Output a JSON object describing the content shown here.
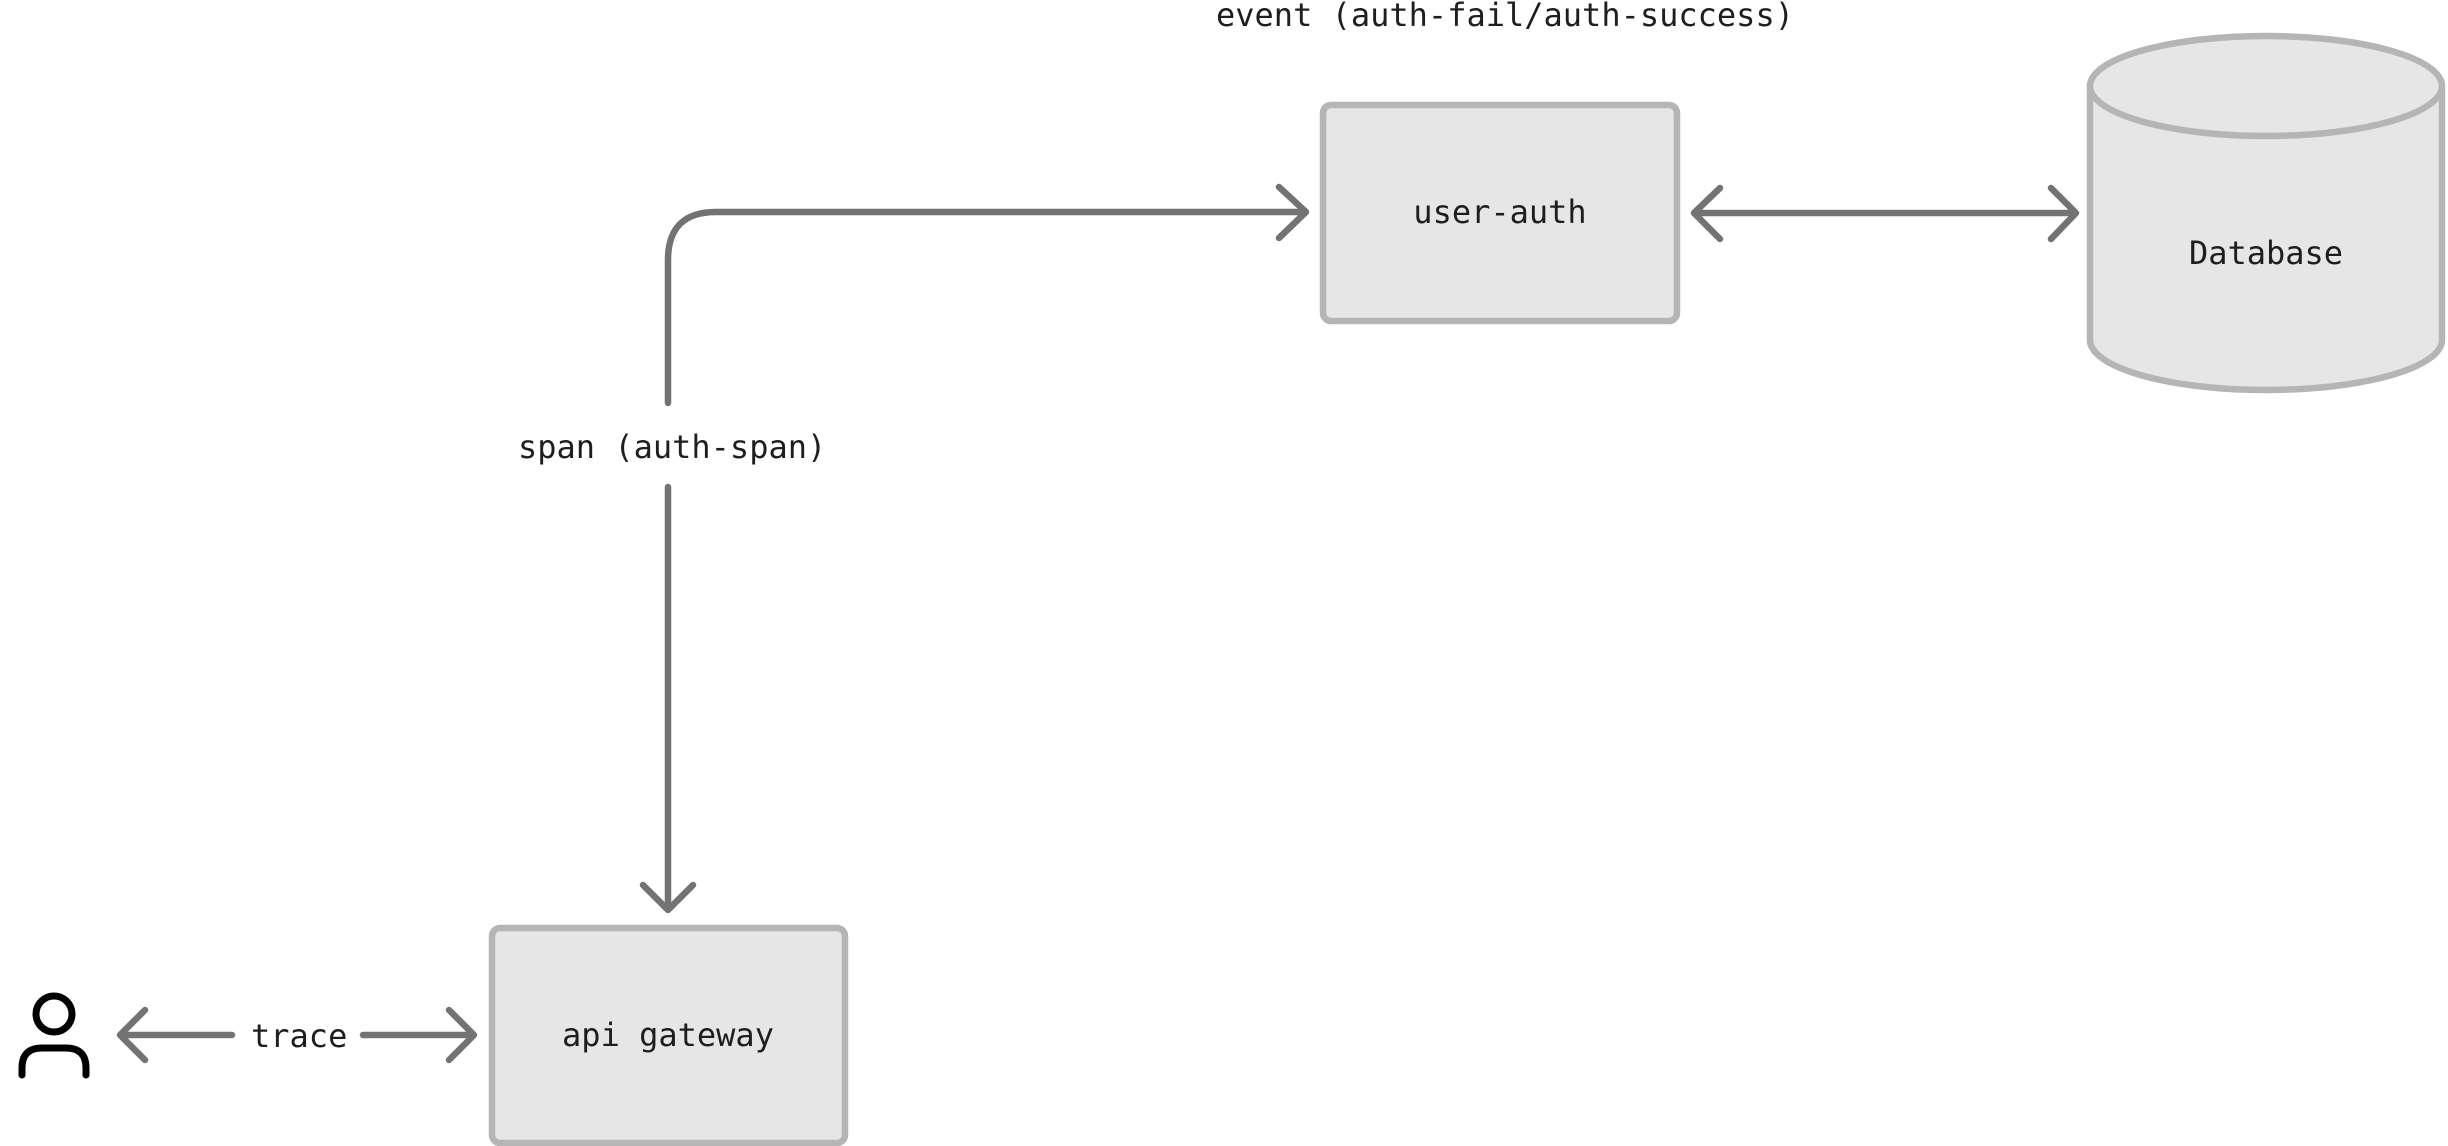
{
  "nodes": {
    "user_auth": {
      "label": "user-auth"
    },
    "database": {
      "label": "Database"
    },
    "api_gateway": {
      "label": "api gateway"
    },
    "user": {
      "icon": "user-icon"
    }
  },
  "edges": {
    "event": {
      "label": "event (auth-fail/auth-success)"
    },
    "span": {
      "label": "span (auth-span)"
    },
    "trace": {
      "label": "trace"
    }
  },
  "colors": {
    "box_fill": "#e6e6e6",
    "box_stroke": "#b5b5b5",
    "arrow": "#737373",
    "text": "#1e1e1e",
    "icon": "#000000"
  }
}
